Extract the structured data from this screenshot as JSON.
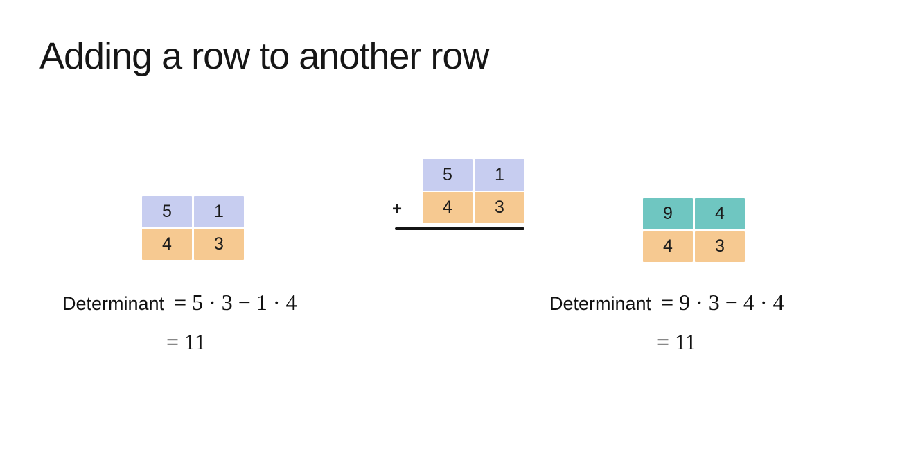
{
  "slide": {
    "title": "Adding a row to another row"
  },
  "colors": {
    "lavender": "#c7cdf0",
    "peach": "#f6c991",
    "teal": "#6fc6c1",
    "text": "#161616"
  },
  "matrix_original": {
    "cells": [
      [
        "5",
        "1"
      ],
      [
        "4",
        "3"
      ]
    ]
  },
  "matrix_addition": {
    "operator": "+",
    "cells": [
      [
        "5",
        "1"
      ],
      [
        "4",
        "3"
      ]
    ]
  },
  "matrix_result": {
    "cells": [
      [
        "9",
        "4"
      ],
      [
        "4",
        "3"
      ]
    ]
  },
  "determinant_original": {
    "label": "Determinant",
    "expression": "= 5 · 3 − 1 · 4",
    "result": "= 11"
  },
  "determinant_result": {
    "label": "Determinant",
    "expression": "= 9 · 3 − 4 · 4",
    "result": "= 11"
  }
}
